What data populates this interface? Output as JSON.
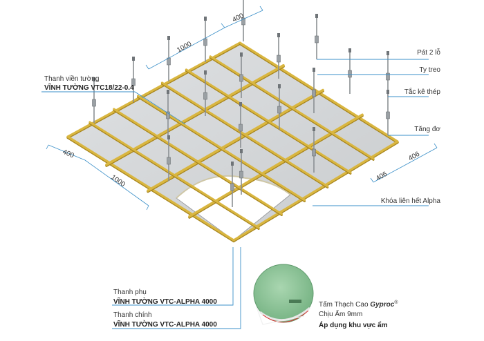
{
  "labels": {
    "thanh_vien_title": "Thanh viền tường",
    "thanh_vien_product": "VĨNH TƯỜNG VTC18/22-0.4",
    "pat_2_lo": "Pát 2 lỗ",
    "ty_treo": "Ty treo",
    "tac_ke_thep": "Tắc kê thép",
    "tang_do": "Tăng đơ",
    "khoa_lien_het": "Khóa liên hết Alpha",
    "thanh_phu_title": "Thanh phụ",
    "thanh_phu_product": "VĨNH TƯỜNG VTC-ALPHA 4000",
    "thanh_chinh_title": "Thanh chính",
    "thanh_chinh_product": "VĨNH TƯỜNG VTC-ALPHA 4000",
    "board_title_prefix": "Tấm Thạch Cao",
    "board_brand": "Gyproc",
    "board_reg": "®",
    "board_sub": "Chịu Ẩm  9mm",
    "board_use": "Áp dụng khu vực ẩm"
  },
  "dimensions": {
    "top_400": "400",
    "top_1000": "1000",
    "left_400": "400",
    "left_1000": "1000",
    "right_406_a": "406",
    "right_406_b": "406"
  },
  "colors": {
    "frame": "#d9b640",
    "frame_dark": "#a8861f",
    "panel": "#d3d6d8",
    "leader": "#3a8fc8",
    "board_green": "#8fc49a"
  }
}
